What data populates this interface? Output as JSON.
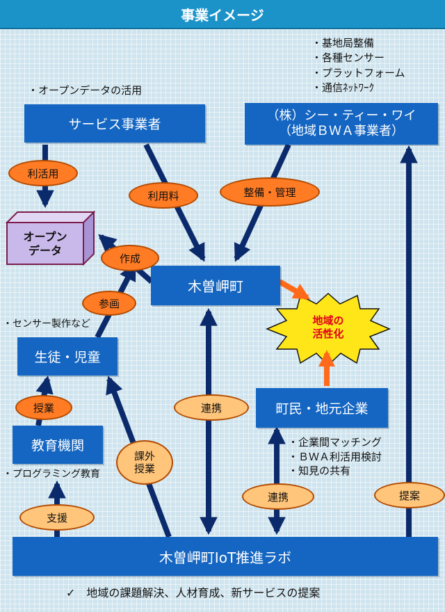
{
  "header": {
    "title": "事業イメージ"
  },
  "notes": {
    "top_right": [
      "・基地局整備",
      "・各種センサー",
      "・プラットフォーム",
      "・通信ﾈｯﾄﾜｰｸ"
    ],
    "open_data_use": "・オープンデータの活用",
    "sensor_making": "・センサー製作など",
    "programming": "・プログラミング教育",
    "town_bullets": [
      "・企業間マッチング",
      "・ＢＷＡ利活用検討",
      "・知見の共有"
    ],
    "footer": "✓　地域の課題解決、人材育成、新サービスの提案"
  },
  "boxes": {
    "service_provider": "サービス事業者",
    "cty_line1": "（株）シー・ティー・ワイ",
    "cty_line2": "（地域ＢＷＡ事業者）",
    "open_data_line1": "オープン",
    "open_data_line2": "データ",
    "town": "木曽岬町",
    "students": "生徒・児童",
    "education": "教育機関",
    "residents": "町民・地元企業",
    "iot_lab": "木曽岬町IoT推進ラボ",
    "revitalization_line1": "地域の",
    "revitalization_line2": "活性化"
  },
  "ovals": {
    "use": "利活用",
    "usage_fee": "利用料",
    "maintenance": "整備・管理",
    "creation": "作成",
    "participation": "参画",
    "classes": "授業",
    "extra_line1": "課外",
    "extra_line2": "授業",
    "cooperation_center": "連携",
    "cooperation_right": "連携",
    "proposal": "提案",
    "support": "支援"
  },
  "colors": {
    "box": "#1466c2",
    "arrow": "#0b2a6b",
    "oval_dark": "#ff7b24",
    "oval_light": "#ffc57a",
    "burst": "#ffe619",
    "highlight_text": "#e0001a",
    "header": "#1b93c9",
    "cube": "#c9b8ea"
  }
}
